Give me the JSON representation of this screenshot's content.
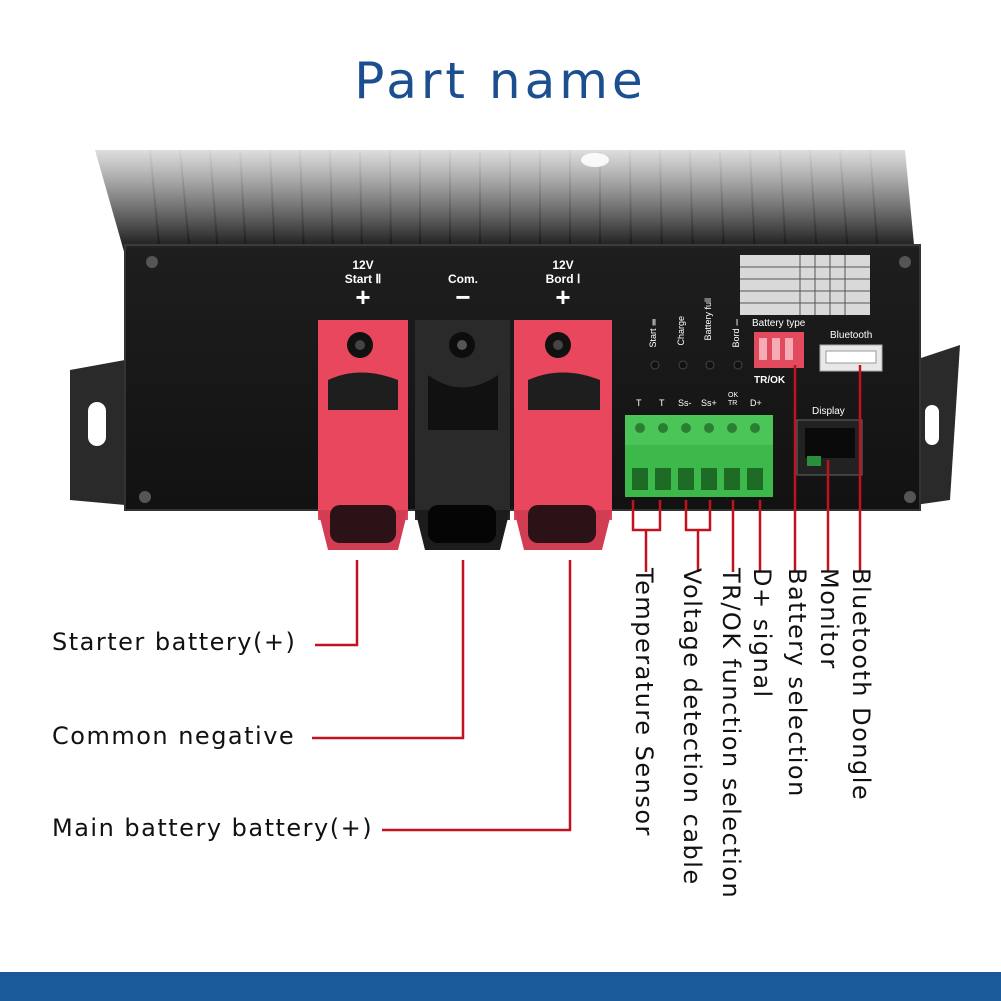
{
  "title": "Part name",
  "terminals": [
    {
      "line1": "12V",
      "line2": "Start Ⅱ",
      "sign": "+"
    },
    {
      "line1": "",
      "line2": "Com.",
      "sign": "−"
    },
    {
      "line1": "12V",
      "line2": "Bord Ⅰ",
      "sign": "+"
    }
  ],
  "leds": [
    "Start Ⅱ",
    "Charge",
    "Battery full",
    "Bord Ⅰ"
  ],
  "connector_pins": [
    "T",
    "T",
    "Ss-",
    "Ss+",
    "OK TR",
    "D+"
  ],
  "panel_labels": {
    "battery_type": "Battery type",
    "tr_ok": "TR/OK",
    "bluetooth": "Bluetooth",
    "display": "Display"
  },
  "left_callouts": [
    {
      "label": "Starter battery(+)"
    },
    {
      "label": "Common negative"
    },
    {
      "label": "Main battery battery(+)"
    }
  ],
  "right_callouts": [
    {
      "label": "Temperature Sensor"
    },
    {
      "label": "Voltage detection cable"
    },
    {
      "label": "TR/OK function selection"
    },
    {
      "label": "D+ signal"
    },
    {
      "label": "Battery selection"
    },
    {
      "label": "Monitor"
    },
    {
      "label": "Bluetooth Dongle"
    }
  ],
  "colors": {
    "title": "#1c4f90",
    "callout_line": "#c1121f",
    "terminal_red": "#e8475e",
    "terminal_black": "#2a2a2a",
    "connector_green": "#3db84a",
    "bottom_bar": "#1a5a9a"
  }
}
